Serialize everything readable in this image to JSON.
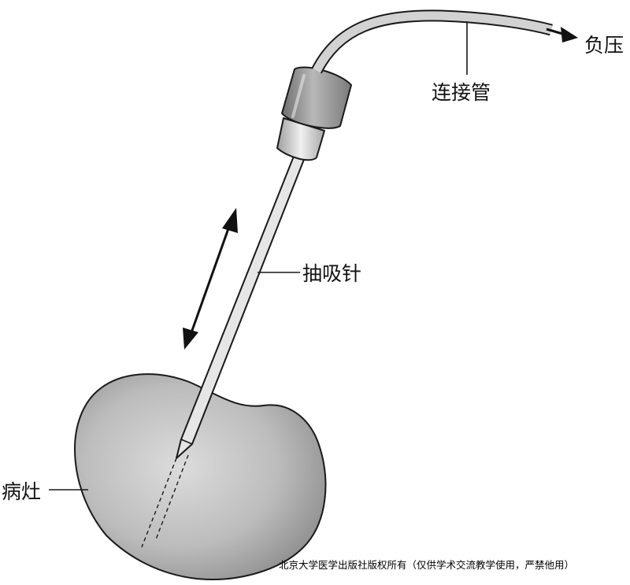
{
  "labels": {
    "negative_pressure": "负压",
    "connecting_tube": "连接管",
    "aspiration_needle": "抽吸针",
    "lesion": "病灶"
  },
  "copyright": "北京大学医学出版社版权所有（仅供学术交流教学使用，严禁他用）",
  "colors": {
    "outline": "#1a1a1a",
    "lesion_fill": "#b4b4b4",
    "hub_fill": "#9a9a9a",
    "hub_light": "#d6d6d6",
    "needle_fill": "#e4e4e4",
    "tube_fill": "#c8c8c8"
  }
}
